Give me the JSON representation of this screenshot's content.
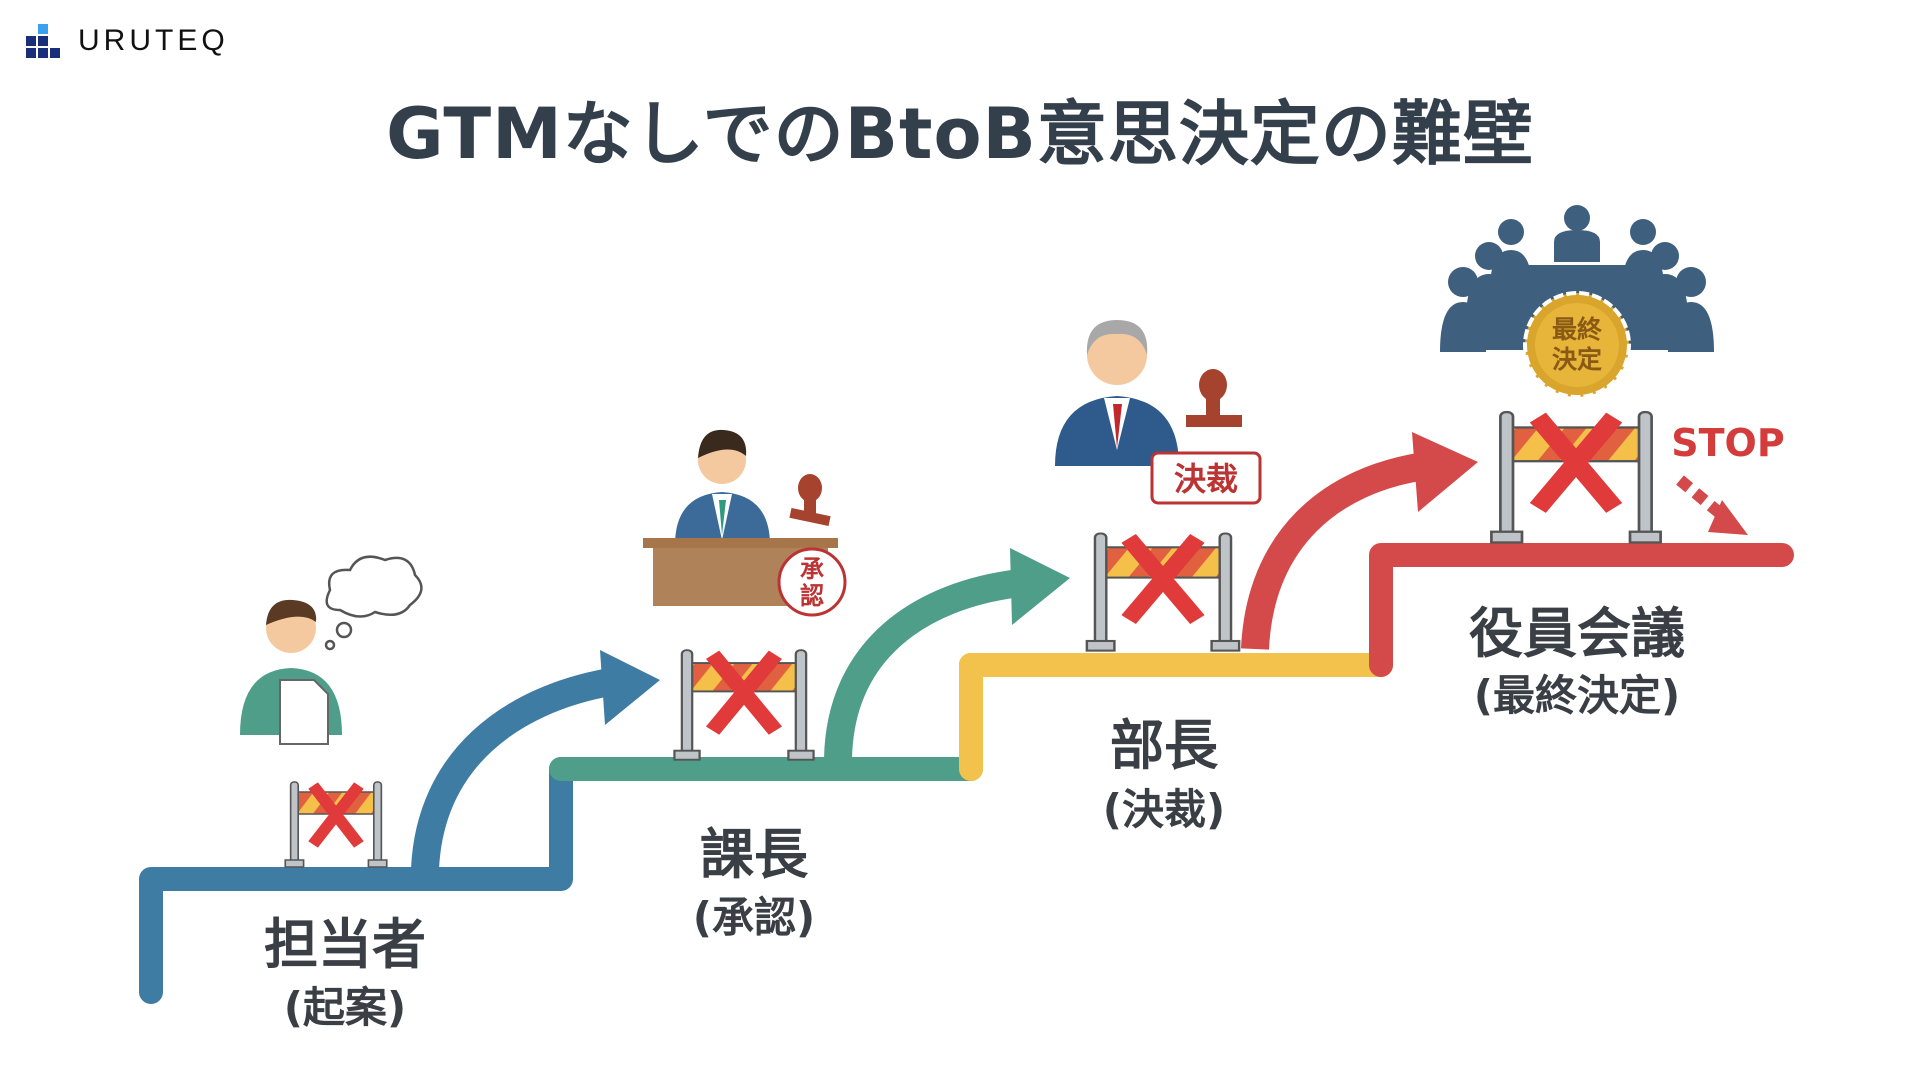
{
  "brand": {
    "name": "URUTEQ"
  },
  "title": "GTMなしでのBtoB意思決定の難壁",
  "steps": [
    {
      "role": "担当者",
      "action": "(起案)",
      "color": "#3f7ca3"
    },
    {
      "role": "課長",
      "action": "(承認)",
      "color": "#4f9e89"
    },
    {
      "role": "部長",
      "action": "(決裁)",
      "color": "#f2c24c"
    },
    {
      "role": "役員会議",
      "action": "(最終決定)",
      "color": "#d4494a"
    }
  ],
  "stamps": {
    "approve": "承認",
    "decide": "決裁",
    "final": "最終決定"
  },
  "stop_label": "STOP",
  "colors": {
    "title": "#333f4a",
    "barrier_x": "#e03a3a",
    "stripe_yellow": "#f5c04a",
    "stripe_red": "#e06040",
    "suit": "#3c6b9a",
    "meeting": "#3f5f7e",
    "gold": "#d9a52c"
  }
}
